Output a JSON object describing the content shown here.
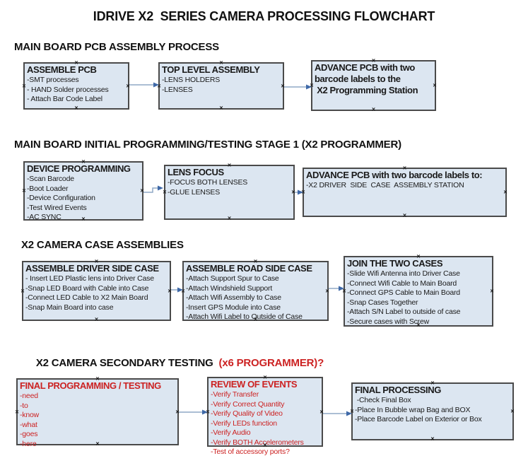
{
  "page": {
    "title": "IDRIVE X2  SERIES CAMERA PROCESSING FLOWCHART"
  },
  "colors": {
    "box_fill": "#dce6f1",
    "box_border": "#4a4a4a",
    "red_text": "#cc2222",
    "arrow_line": "#8fa8c6",
    "arrow_head": "#3f69a8",
    "handle": "#1a1a1a"
  },
  "handle_glyph": "×",
  "sections": [
    {
      "header": "MAIN BOARD PCB ASSEMBLY PROCESS",
      "boxes": [
        {
          "title": "ASSEMBLE PCB",
          "items": [
            "-SMT processes",
            "- HAND Solder processes",
            "- Attach Bar Code Label"
          ]
        },
        {
          "title": "TOP LEVEL ASSEMBLY",
          "items": [
            "-LENS HOLDERS",
            "-LENSES"
          ]
        },
        {
          "title": "ADVANCE PCB with two\nbarcode labels to the\n X2 Programming Station",
          "items": []
        }
      ]
    },
    {
      "header": "MAIN BOARD INITIAL PROGRAMMING/TESTING STAGE 1 (X2 PROGRAMMER)",
      "boxes": [
        {
          "title": "DEVICE PROGRAMMING",
          "items": [
            "-Scan Barcode",
            "-Boot Loader",
            "-Device Configuration",
            "-Test Wired Events",
            "-AC SYNC"
          ]
        },
        {
          "title": "LENS FOCUS",
          "items": [
            "-FOCUS BOTH LENSES",
            "-GLUE LENSES"
          ]
        },
        {
          "title": "ADVANCE PCB with two barcode labels to:",
          "items": [
            "-X2 DRIVER  SIDE  CASE  ASSEMBLY STATION"
          ]
        }
      ]
    },
    {
      "header": "X2 CAMERA CASE ASSEMBLIES",
      "boxes": [
        {
          "title": "ASSEMBLE DRIVER SIDE CASE",
          "items": [
            "- Insert LED Plastic lens into Driver Case",
            "-Snap LED Board with Cable into Case",
            "-Connect LED Cable to X2 Main Board",
            "-Snap Main Board into case"
          ]
        },
        {
          "title": "ASSEMBLE ROAD SIDE CASE",
          "items": [
            "-Attach Support Spur to Case",
            "-Attach Windshield Support",
            "-Attach Wifi Assembly to Case",
            "-Insert GPS Module into Case",
            "-Attach Wifi Label to Outside of Case"
          ]
        },
        {
          "title": "JOIN THE TWO CASES",
          "items": [
            "-Slide Wifi Antenna into Driver Case",
            "-Connect Wifi Cable to Main Board",
            "-Connect GPS Cable to Main Board",
            "-Snap Cases Together",
            "-Attach S/N Label to outside of case",
            "-Secure cases with Screw"
          ]
        }
      ]
    },
    {
      "header": "X2 CAMERA SECONDARY TESTING ",
      "header_red": " (x6 PROGRAMMER)?",
      "boxes": [
        {
          "title": "FINAL PROGRAMMING / TESTING",
          "items": [
            "-need",
            "-to",
            "-know",
            "-what",
            "-goes",
            "-here"
          ]
        },
        {
          "title": "REVIEW OF EVENTS",
          "items": [
            "-Verify Transfer",
            "-Verify Correct Quantity",
            "-Verify Quality of Video",
            "-Verify LEDs function",
            "-Verify Audio",
            "-Verify BOTH Accelerometers",
            "-Test of accessory ports?"
          ]
        },
        {
          "title": "FINAL PROCESSING",
          "items": [
            " -Check Final Box",
            "-Place In Bubble wrap Bag and BOX",
            "-Place Barcode Label on Exterior or Box"
          ]
        }
      ]
    }
  ]
}
